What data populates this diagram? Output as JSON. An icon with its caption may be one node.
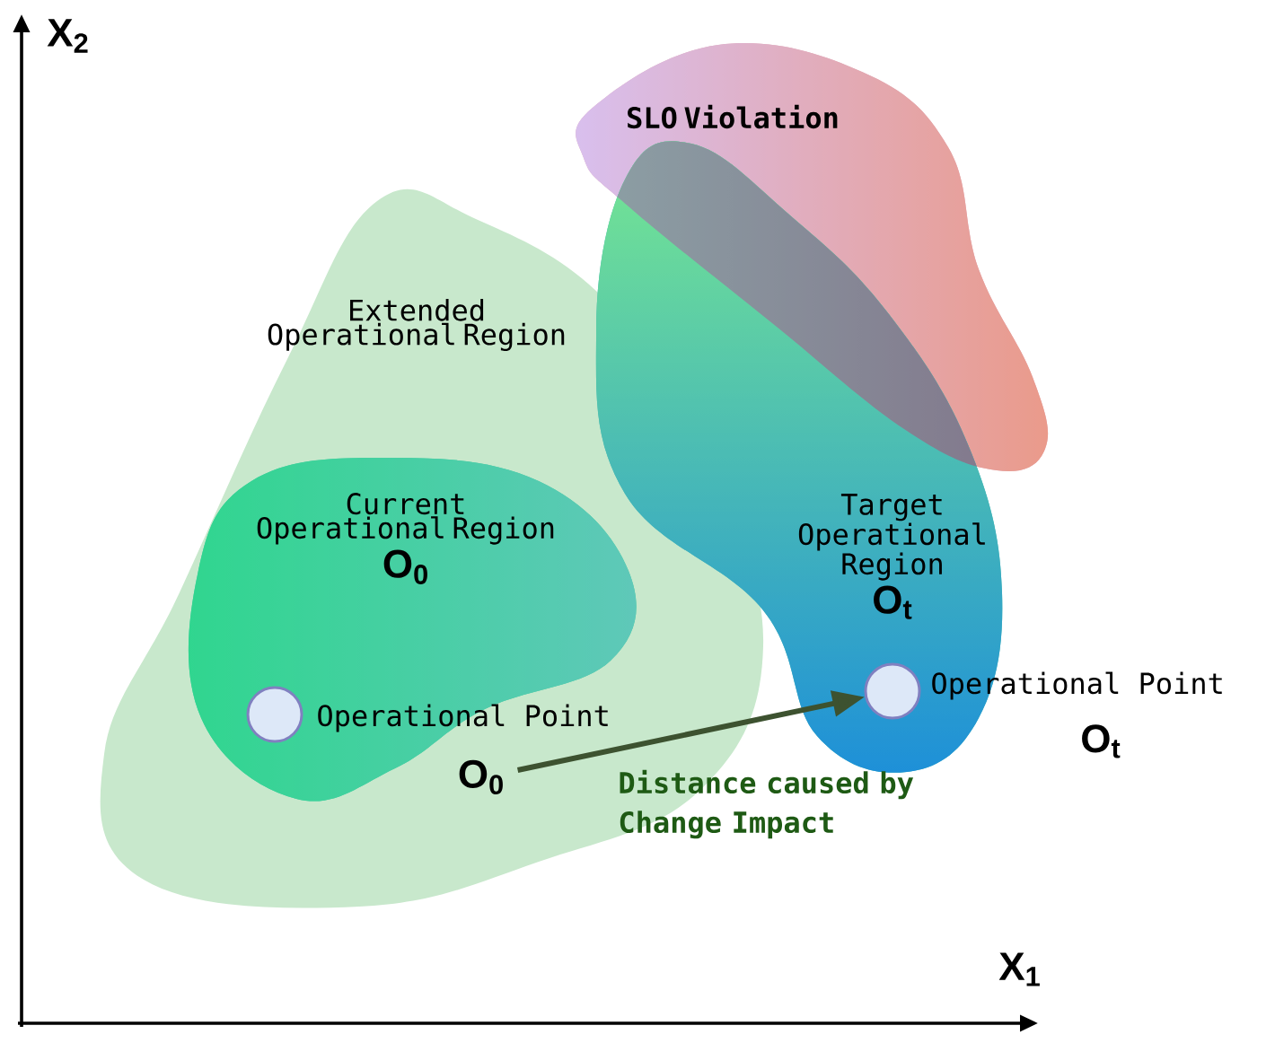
{
  "diagram": {
    "nodes": [
      {
        "text": [
          "Extended Operational Region"
        ]
      },
      {
        "text": [
          "Current Operational Region",
          "O$_{0}$"
        ],
        "in": 0
      },
      {
        "text": [
          "Target Operational Region",
          "O$_{t}$"
        ]
      },
      {
        "text": [
          "SLO Violation"
        ]
      },
      {
        "text": [],
        "shape": "circle",
        "in": 1,
        "beside": [
          "Operational Point",
          "O$_{0}$"
        ]
      },
      {
        "text": [],
        "shape": "circle",
        "in": 2,
        "beside": [
          "Operational Point",
          "O$_{t}$"
        ]
      }
    ],
    "edges": [
      {
        "from": 4,
        "to": 5,
        "arrow": "to",
        "label": "Distance caused by Change Impact"
      }
    ],
    "labels": [
      "X$_{2}$",
      "X$_{1}$"
    ]
  }
}
